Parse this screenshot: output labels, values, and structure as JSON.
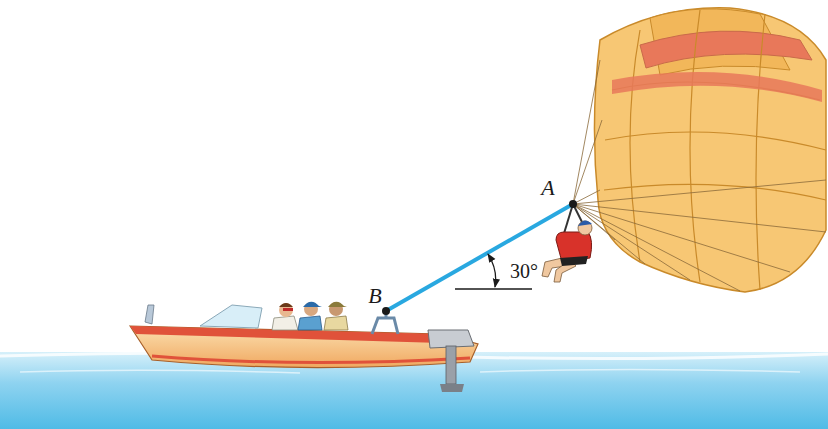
{
  "diagram": {
    "labels": [
      "A",
      "B",
      "30°"
    ]
  }
}
